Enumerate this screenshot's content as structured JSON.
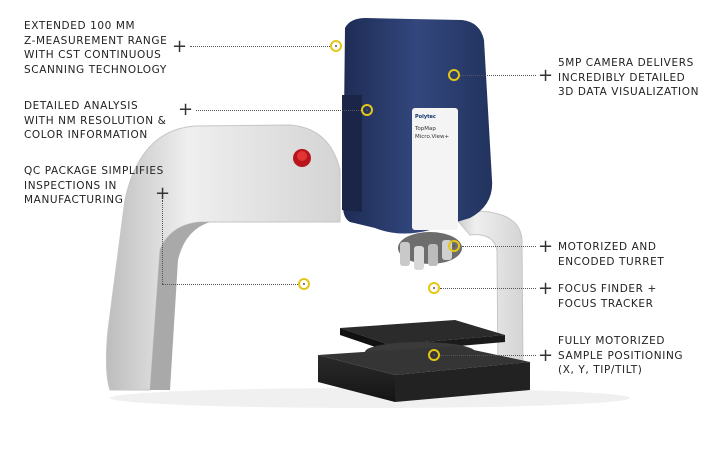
{
  "callouts": [
    {
      "lines": [
        "EXTENDED 100 MM",
        "Z-MEASUREMENT RANGE",
        "WITH CST CONTINUOUS",
        "SCANNING TECHNOLOGY"
      ]
    },
    {
      "lines": [
        "DETAILED ANALYSIS",
        "WITH NM RESOLUTION &",
        "COLOR INFORMATION"
      ]
    },
    {
      "lines": [
        "QC PACKAGE SIMPLIFIES",
        "INSPECTIONS IN",
        "MANUFACTURING"
      ]
    },
    {
      "lines": [
        "5MP CAMERA DELIVERS",
        "INCREDIBLY DETAILED",
        "3D DATA VISUALIZATION"
      ]
    },
    {
      "lines": [
        "MOTORIZED AND",
        "ENCODED TURRET"
      ]
    },
    {
      "lines": [
        "FOCUS FINDER +",
        "FOCUS TRACKER"
      ]
    },
    {
      "lines": [
        "FULLY MOTORIZED",
        "SAMPLE POSITIONING",
        "(X, Y, TIP/TILT)"
      ]
    }
  ],
  "device_label": {
    "brand": "Polytec",
    "model_line1": "TopMap",
    "model_line2": "Micro.View+"
  },
  "colors": {
    "head_blue": "#2c3f73",
    "frame_white": "#e9e9e9",
    "stage_black": "#1d1d1d",
    "hotspot_yellow": "#e5c617",
    "text": "#222222"
  },
  "icons": {
    "plus": "+"
  }
}
